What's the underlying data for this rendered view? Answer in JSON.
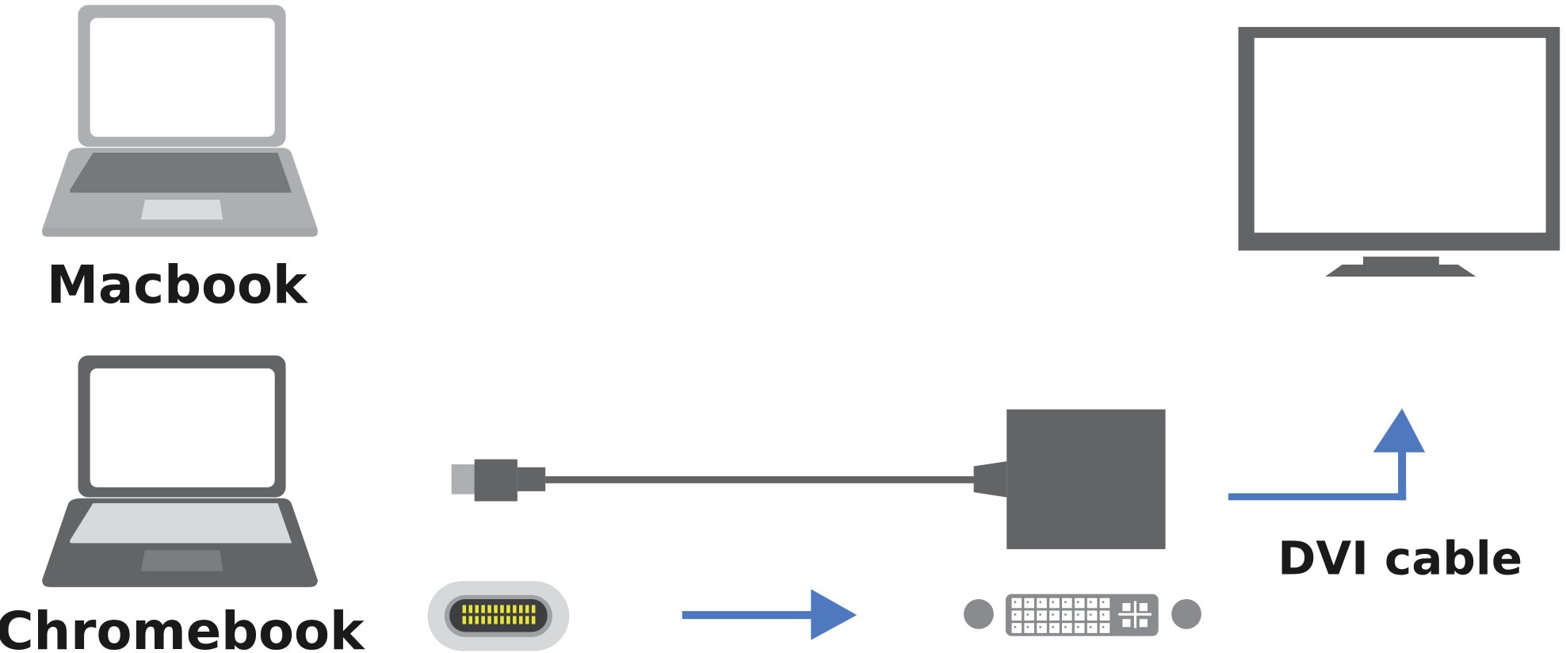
{
  "labels": {
    "macbook": "Macbook",
    "chromebook": "Chromebook",
    "dvi_cable": "DVI cable"
  },
  "icons": {
    "macbook": "laptop-icon",
    "chromebook": "laptop-icon",
    "cable": "usb-c-to-dvi-adapter-icon",
    "usb_c_port": "usb-c-port-icon",
    "dvi_port": "dvi-port-icon",
    "monitor": "monitor-icon"
  },
  "colors": {
    "arrow": "#4f79bf",
    "dark_gray": "#636466",
    "light_gray": "#aeafb2",
    "pin_yellow": "#e8e43a"
  }
}
